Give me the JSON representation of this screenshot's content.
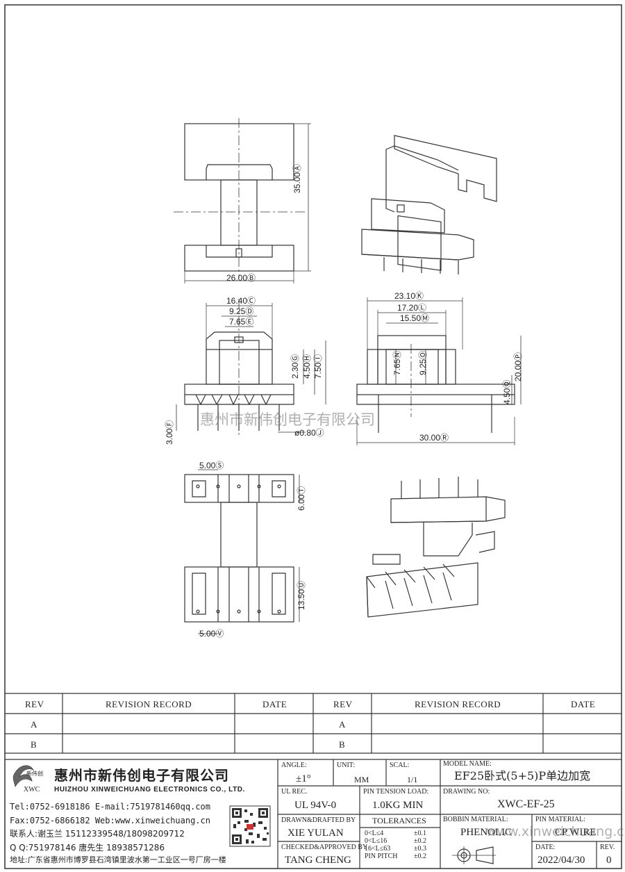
{
  "drawing": {
    "dimensions": {
      "d_a": "35.00Ⓐ",
      "d_b": "26.00Ⓑ",
      "d_c": "16.40Ⓒ",
      "d_d": "9.25Ⓓ",
      "d_e": "7.65Ⓔ",
      "d_g": "2.30Ⓖ",
      "d_h": "4.50Ⓗ",
      "d_i": "7.50Ⓘ",
      "d_f": "3.00Ⓕ",
      "d_j": "ø0.80Ⓙ",
      "d_k": "23.10Ⓚ",
      "d_l": "17.20Ⓛ",
      "d_m": "15.50Ⓜ",
      "d_n": "7.65Ⓝ",
      "d_o": "9.25Ⓞ",
      "d_p": "20.00Ⓟ",
      "d_q": "4.50Ⓠ",
      "d_r": "30.00Ⓡ",
      "d_s": "5.00Ⓢ",
      "d_t": "6.00Ⓣ",
      "d_u": "13.50Ⓤ",
      "d_v": "5.00Ⓥ"
    },
    "watermark_cn": "惠州市新伟创电子有限公司"
  },
  "revision_table": {
    "headers": [
      "REV",
      "REVISION RECORD",
      "DATE",
      "REV",
      "REVISION RECORD",
      "DATE"
    ],
    "rows": [
      [
        "A",
        "",
        "",
        "A",
        "",
        ""
      ],
      [
        "B",
        "",
        "",
        "B",
        "",
        ""
      ]
    ]
  },
  "company": {
    "logo_text": "XWC",
    "logo_small": "新伟创",
    "name_cn": "惠州市新伟创电子有限公司",
    "name_en": "HUIZHOU XINWEICHUANG ELECTRONICS CO., LTD.",
    "line_tel": "Tel:0752-6918186 E-mail:7519781460qq.com",
    "line_fax": "Fax:0752-6866182 Web:www.xinweichuang.cn",
    "line_contact": "联系人:谢玉兰 15112339548/18098209712",
    "line_qq": "Q Q:751978146    唐先生 18938571286",
    "line_address": "地址:广东省惠州市博罗县石湾镇里波水第一工业区一号厂房一楼"
  },
  "title_block": {
    "angle_label": "ANGLE:",
    "angle_value": "±1°",
    "unit_label": "UNIT:",
    "unit_value": "MM",
    "scale_label": "SCAL:",
    "scale_value": "1/1",
    "model_label": "MODEL NAME:",
    "model_value": "EF25卧式(5+5)P单边加宽",
    "ul_label": "UL REC.",
    "ul_value": "UL 94V-0",
    "pin_tension_label": "PIN TENSION LOAD:",
    "pin_tension_value": "1.0KG MIN",
    "drawing_no_label": "DRAWING NO:",
    "drawing_no_value": "XWC-EF-25",
    "drawn_label": "DRAWN&DRAFTED BY",
    "drawn_value": "XIE YULAN",
    "tolerances_label": "TOLERANCES",
    "tol_rows": [
      [
        "0<L≤4",
        "±0.1"
      ],
      [
        "0<L≤16",
        "±0.2"
      ],
      [
        "16<L≤63",
        "±0.3"
      ],
      [
        "PIN PITCH",
        "±0.2"
      ]
    ],
    "bobbin_label": "BOBBIN MATERIAL:",
    "bobbin_value": "PHENOLIC",
    "pin_material_label": "PIN MATERIAL:",
    "pin_material_value": "CP WIRE",
    "checked_label": "CHECKED&APPROVED BY",
    "checked_value": "TANG CHENG",
    "date_label": "DATE:",
    "date_value": "2022/04/30",
    "rev_label": "REV.",
    "rev_value": "0",
    "watermark_web": "www.xinweichuang.cn"
  }
}
